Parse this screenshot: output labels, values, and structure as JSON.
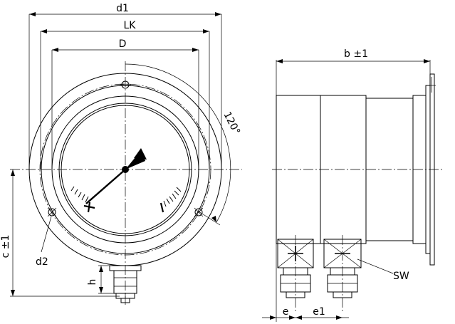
{
  "labels": {
    "d1": "d1",
    "lk": "LK",
    "d": "D",
    "angle": "120°",
    "c": "c ±1",
    "d2": "d2",
    "h": "h",
    "b": "b ±1",
    "sw": "SW",
    "e": "e",
    "e1": "e1"
  },
  "icons": {
    "gauge_front": "pressure-gauge-front-view",
    "gauge_side": "pressure-gauge-side-view"
  }
}
